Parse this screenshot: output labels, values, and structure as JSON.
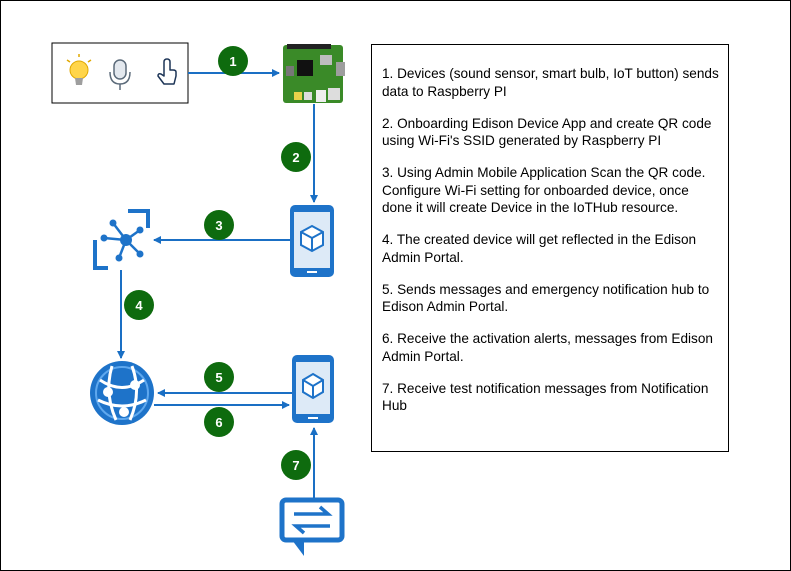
{
  "steps": [
    "1. Devices (sound sensor, smart bulb, IoT button) sends data to Raspberry PI",
    "2. Onboarding Edison Device App and create QR code using Wi-Fi's SSID generated by Raspberry PI",
    "3. Using Admin Mobile Application Scan the QR code. Configure Wi-Fi setting for onboarded device, once done it will create Device in the IoTHub resource.",
    "4. The created device will get reflected in the Edison Admin Portal.",
    "5. Sends messages and emergency notification hub to Edison Admin Portal.",
    "6. Receive the activation alerts, messages from Edison Admin Portal.",
    "7. Receive test notification messages from Notification Hub"
  ],
  "badges": [
    "1",
    "2",
    "3",
    "4",
    "5",
    "6",
    "7"
  ],
  "colors": {
    "badge": "#0e6b0e",
    "arrow": "#1a6fc4",
    "azure": "#1e73c9"
  },
  "icons": [
    "bulb-icon",
    "microphone-icon",
    "hand-pointer-icon",
    "raspberry-pi-icon",
    "mobile-app-icon",
    "iot-hub-icon",
    "web-app-icon",
    "notification-hub-icon"
  ]
}
